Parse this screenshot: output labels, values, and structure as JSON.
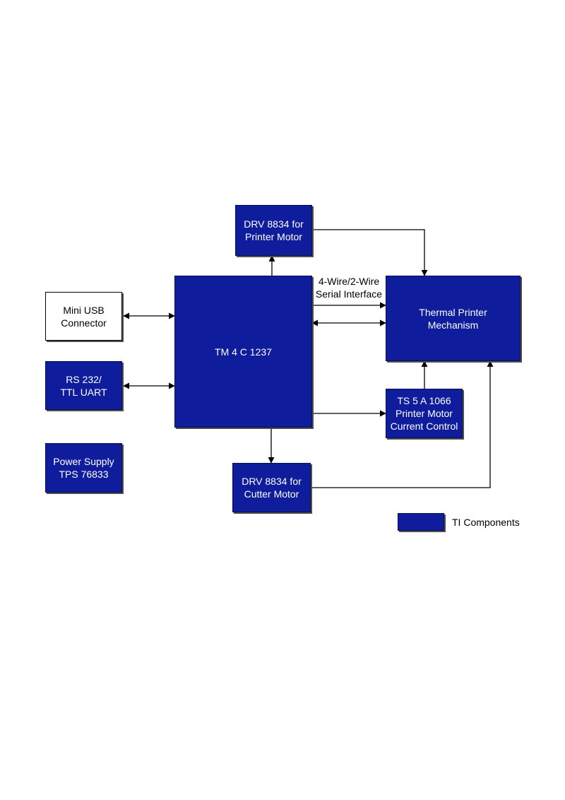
{
  "colors": {
    "ti_block": "#0f1d9c",
    "block_text": "#ffffff",
    "wire": "#000000"
  },
  "blocks": {
    "drv_printer": "DRV 8834 for\nPrinter Motor",
    "mcu": "TM 4 C 1237",
    "mini_usb": "Mini USB\nConnector",
    "rs232": "RS 232/\nTTL UART",
    "power_supply": "Power Supply\nTPS 76833",
    "thermal_printer": "Thermal Printer\nMechanism",
    "ts5a": "TS 5 A 1066\nPrinter Motor\nCurrent Control",
    "drv_cutter": "DRV 8834 for\nCutter Motor"
  },
  "annotations": {
    "serial_interface": "4-Wire/2-Wire\nSerial Interface"
  },
  "legend": {
    "label": "TI Components"
  }
}
